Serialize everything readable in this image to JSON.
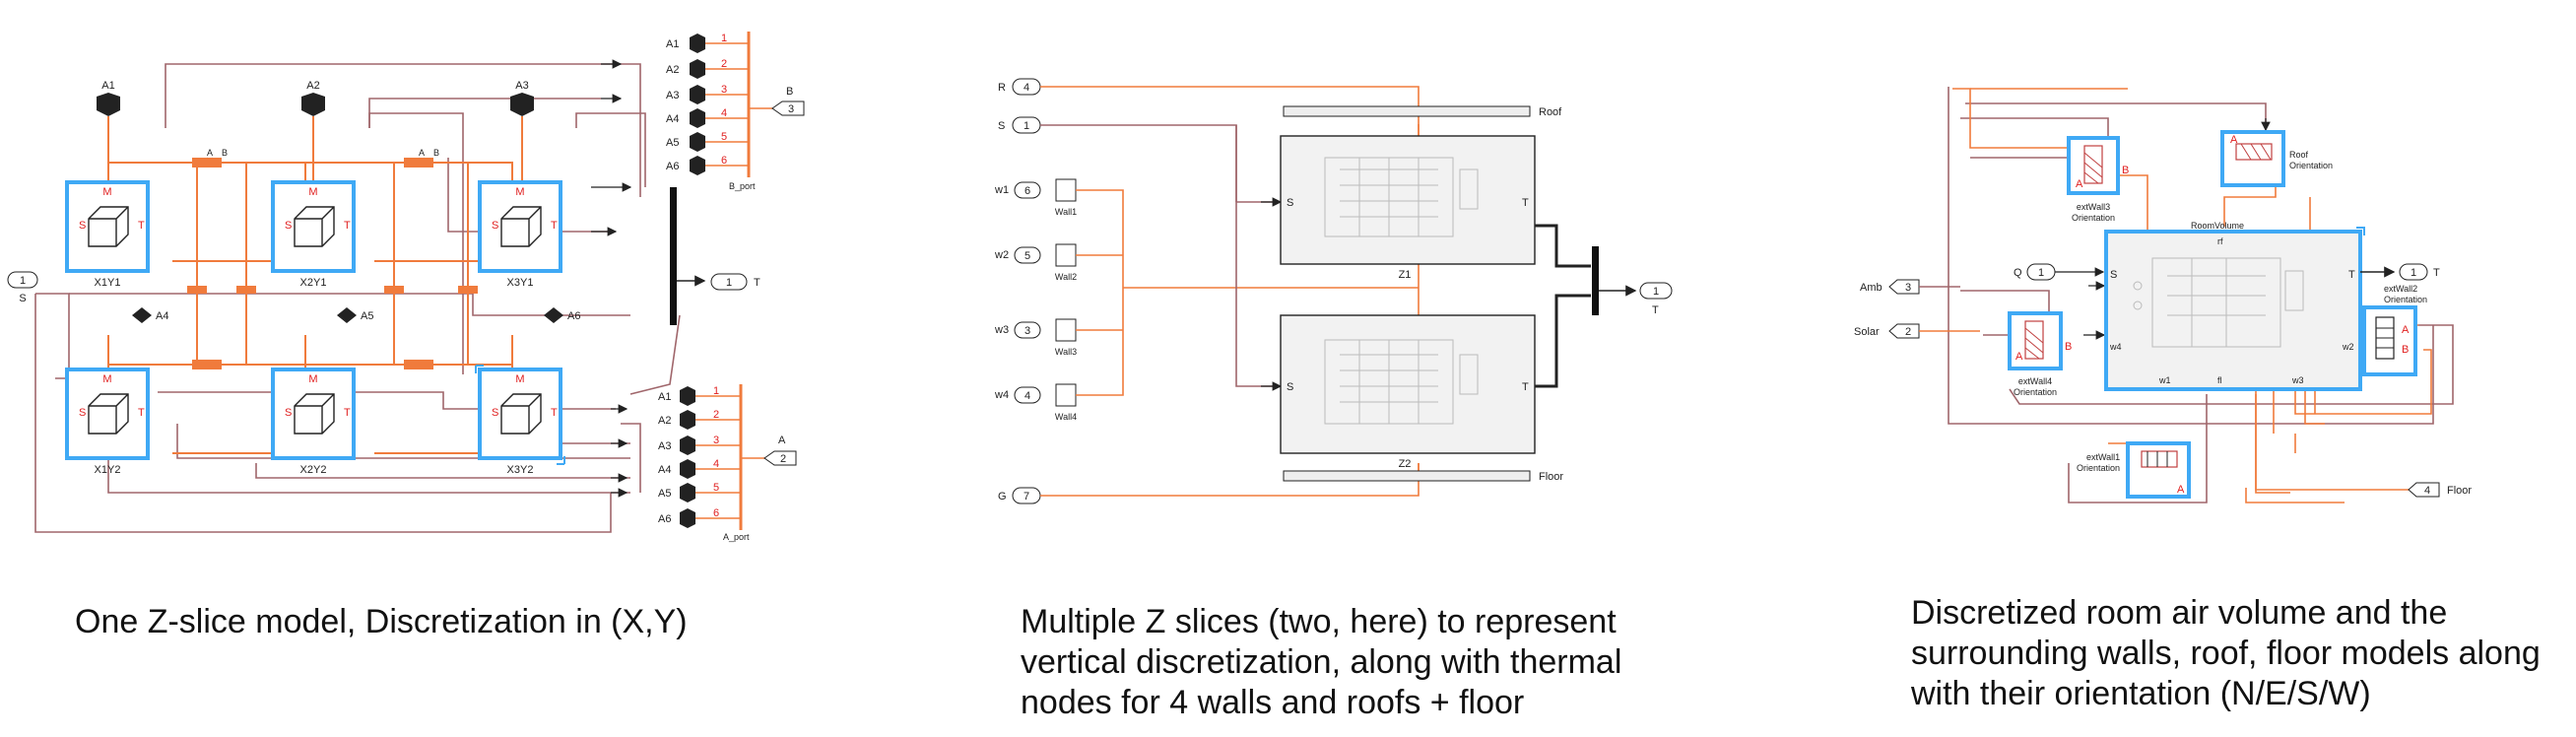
{
  "captions": [
    "One Z-slice model, Discretization in (X,Y)",
    "Multiple Z slices (two, here) to represent vertical discretization, along with thermal nodes for 4 walls and roofs + floor",
    "Discretized room air volume and the surrounding walls, roof, floor models along with their orientation (N/E/S/W)"
  ],
  "panel1": {
    "blocks": [
      "X1Y1",
      "X2Y1",
      "X3Y1",
      "X1Y2",
      "X2Y2",
      "X3Y2"
    ],
    "ports_top": [
      "A1",
      "A2",
      "A3"
    ],
    "ports_mid": [
      "A4",
      "A5",
      "A6"
    ],
    "port_S": "S",
    "port_S_num": "1",
    "port_T": "T",
    "port_T_num": "1",
    "port_letter_S": "S",
    "port_letter_T": "T",
    "port_letter_M": "M",
    "b_bus": [
      "A1",
      "A2",
      "A3",
      "A4",
      "A5",
      "A6"
    ],
    "b_bus_nums": [
      "1",
      "2",
      "3",
      "4",
      "5",
      "6"
    ],
    "b_label": "B",
    "b_num": "3",
    "b_port": "B_port",
    "a_bus": [
      "A1",
      "A2",
      "A3",
      "A4",
      "A5",
      "A6"
    ],
    "a_bus_nums": [
      "1",
      "2",
      "3",
      "4",
      "5",
      "6"
    ],
    "a_label": "A",
    "a_num": "2",
    "a_port": "A_port",
    "conn_labels": [
      "A",
      "B"
    ]
  },
  "panel2": {
    "inputs": [
      {
        "num": "4",
        "label": "R"
      },
      {
        "num": "1",
        "label": "S"
      },
      {
        "num": "7",
        "label": "G"
      }
    ],
    "walls": [
      {
        "num": "6",
        "in": "w1",
        "name": "Wall1"
      },
      {
        "num": "5",
        "in": "w2",
        "name": "Wall2"
      },
      {
        "num": "3",
        "in": "w3",
        "name": "Wall3"
      },
      {
        "num": "4",
        "in": "w4",
        "name": "Wall4"
      }
    ],
    "roof": "Roof",
    "floor": "Floor",
    "slice_port_S": "S",
    "slice_port_T": "T",
    "z1": "Z1",
    "z2": "Z2",
    "out_num": "1",
    "out_label": "T"
  },
  "panel3": {
    "inputs": [
      {
        "num": "3",
        "label": "Amb"
      },
      {
        "num": "2",
        "label": "Solar"
      }
    ],
    "q_port": {
      "num": "1",
      "label": "Q"
    },
    "out": {
      "num": "1",
      "label": "T"
    },
    "floor_out": {
      "num": "4",
      "label": "Floor"
    },
    "room": "RoomVolume",
    "room_ports": {
      "S": "S",
      "T": "T",
      "w4": "w4",
      "w2": "w2",
      "w1": "w1",
      "w3": "w3",
      "rf": "rf",
      "fl": "fl"
    },
    "walls": [
      {
        "name": "extWall3",
        "sub": "Orientation"
      },
      {
        "name": "Roof",
        "sub": "Orientation"
      },
      {
        "name": "extWall4",
        "sub": "Orientation"
      },
      {
        "name": "extWall2",
        "sub": "Orientation"
      },
      {
        "name": "extWall1",
        "sub": "Orientation"
      }
    ],
    "port_A": "A",
    "port_B": "B"
  }
}
